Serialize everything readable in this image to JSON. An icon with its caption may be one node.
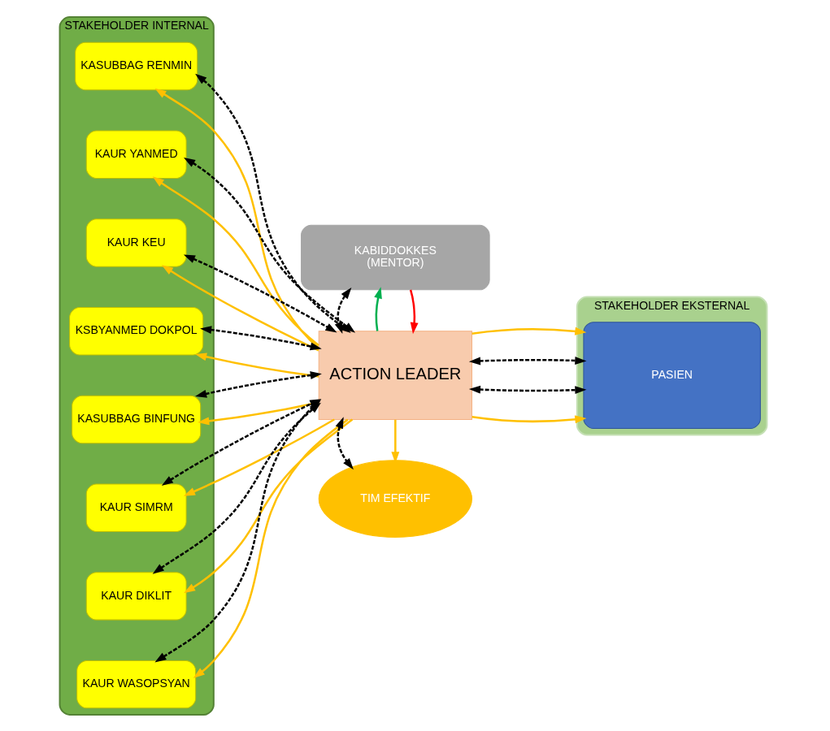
{
  "diagram": {
    "nodes": [
      {
        "text": [
          "STAKEHOLDER INTERNAL"
        ]
      },
      {
        "text": [
          "KASUBBAG RENMIN"
        ],
        "in": 0
      },
      {
        "text": [
          "KAUR YANMED"
        ],
        "in": 0
      },
      {
        "text": [
          "KAUR KEU"
        ],
        "in": 0
      },
      {
        "text": [
          "KSBYANMED DOKPOL"
        ],
        "in": 0
      },
      {
        "text": [
          "KASUBBAG BINFUNG"
        ],
        "in": 0
      },
      {
        "text": [
          "KAUR SIMRM"
        ],
        "in": 0
      },
      {
        "text": [
          "KAUR DIKLIT"
        ],
        "in": 0
      },
      {
        "text": [
          "KAUR WASOPSYAN"
        ],
        "in": 0
      },
      {
        "text": [
          "KABIDDOKKES",
          "(MENTOR)"
        ]
      },
      {
        "text": [
          "ACTION LEADER"
        ]
      },
      {
        "text": [
          "STAKEHOLDER EKSTERNAL"
        ]
      },
      {
        "text": [
          "PASIEN"
        ],
        "in": 11
      },
      {
        "text": [
          "TIM EFEKTIF"
        ]
      }
    ],
    "edges": [
      {
        "from": 10,
        "to": 1,
        "arrow": "to",
        "color": "#ffc000"
      },
      {
        "from": 10,
        "to": 1,
        "arrow": "both",
        "style": "dashed",
        "color": "#000000"
      },
      {
        "from": 10,
        "to": 2,
        "arrow": "to",
        "color": "#ffc000"
      },
      {
        "from": 10,
        "to": 2,
        "arrow": "both",
        "style": "dashed",
        "color": "#000000"
      },
      {
        "from": 10,
        "to": 3,
        "arrow": "to",
        "color": "#ffc000"
      },
      {
        "from": 10,
        "to": 3,
        "arrow": "both",
        "style": "dashed",
        "color": "#000000"
      },
      {
        "from": 10,
        "to": 4,
        "arrow": "to",
        "color": "#ffc000"
      },
      {
        "from": 10,
        "to": 4,
        "arrow": "both",
        "style": "dashed",
        "color": "#000000"
      },
      {
        "from": 10,
        "to": 5,
        "arrow": "to",
        "color": "#ffc000"
      },
      {
        "from": 10,
        "to": 5,
        "arrow": "both",
        "style": "dashed",
        "color": "#000000"
      },
      {
        "from": 10,
        "to": 6,
        "arrow": "to",
        "color": "#ffc000"
      },
      {
        "from": 10,
        "to": 6,
        "arrow": "both",
        "style": "dashed",
        "color": "#000000"
      },
      {
        "from": 10,
        "to": 7,
        "arrow": "to",
        "color": "#ffc000"
      },
      {
        "from": 10,
        "to": 7,
        "arrow": "both",
        "style": "dashed",
        "color": "#000000"
      },
      {
        "from": 10,
        "to": 8,
        "arrow": "to",
        "color": "#ffc000"
      },
      {
        "from": 10,
        "to": 8,
        "arrow": "both",
        "style": "dashed",
        "color": "#000000"
      },
      {
        "from": 9,
        "to": 10,
        "arrow": "to",
        "color": "#ff0000"
      },
      {
        "from": 10,
        "to": 9,
        "arrow": "to",
        "color": "#00b050"
      },
      {
        "from": 9,
        "to": 10,
        "arrow": "both",
        "style": "dashed",
        "color": "#000000"
      },
      {
        "from": 10,
        "to": 12,
        "arrow": "to",
        "color": "#ffc000"
      },
      {
        "from": 10,
        "to": 12,
        "arrow": "both",
        "style": "dashed",
        "color": "#000000"
      },
      {
        "from": 10,
        "to": 12,
        "arrow": "both",
        "style": "dashed",
        "color": "#000000"
      },
      {
        "from": 10,
        "to": 12,
        "arrow": "to",
        "color": "#ffc000"
      },
      {
        "from": 10,
        "to": 13,
        "arrow": "to",
        "color": "#ffc000"
      },
      {
        "from": 10,
        "to": 13,
        "arrow": "both",
        "style": "dashed",
        "color": "#000000"
      }
    ]
  }
}
